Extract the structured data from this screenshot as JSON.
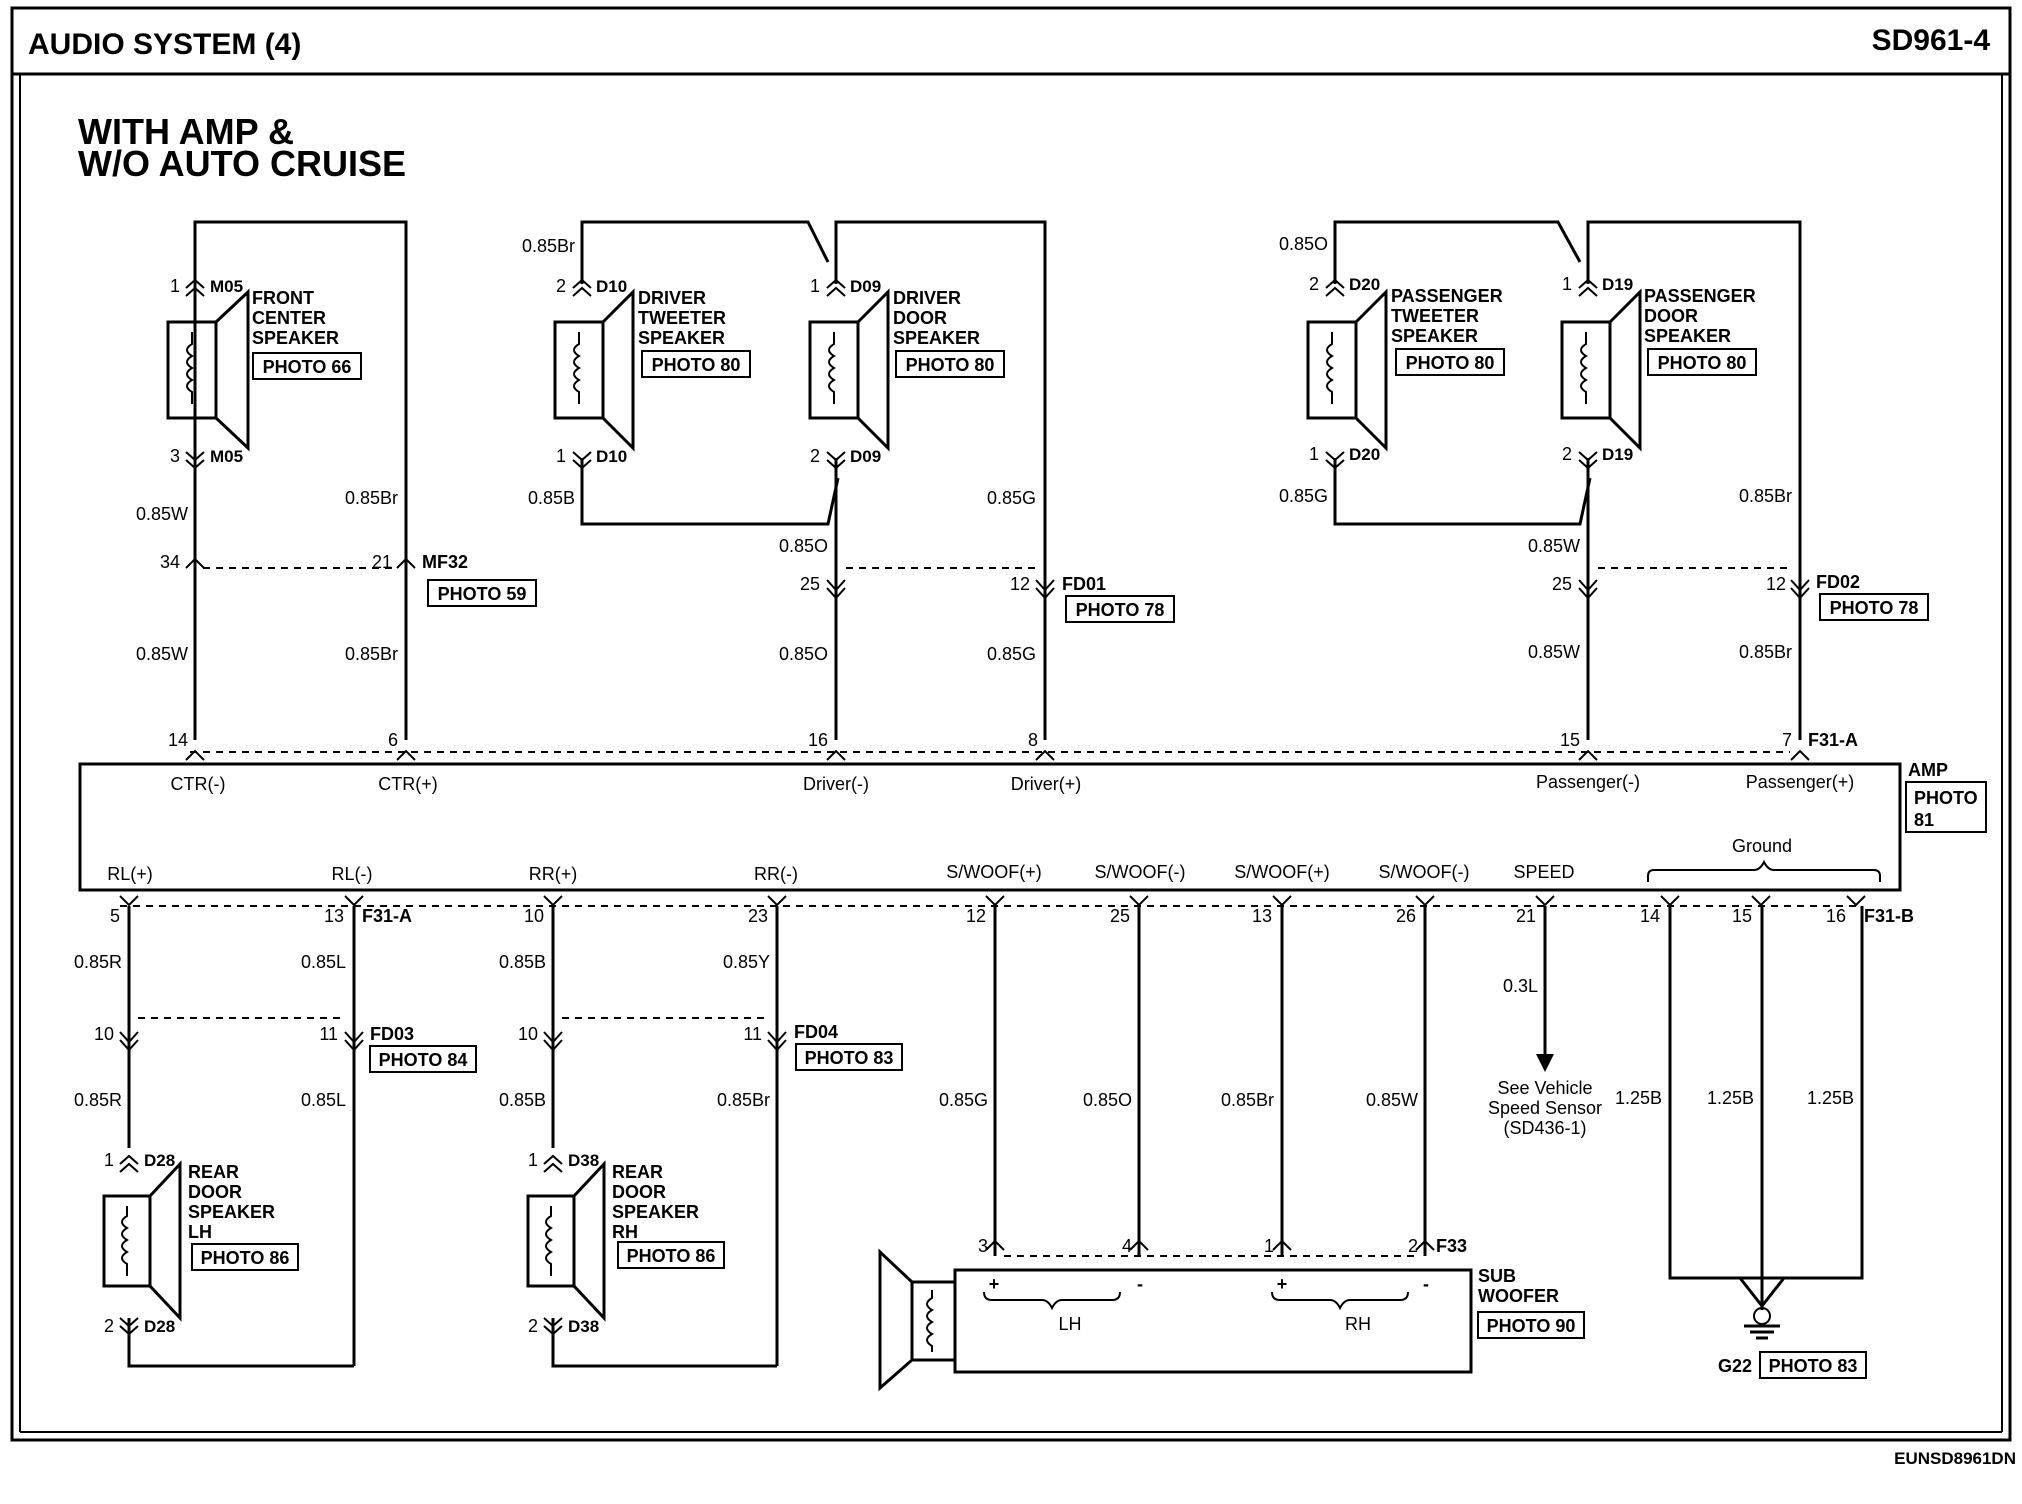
{
  "header": {
    "title": "AUDIO SYSTEM (4)",
    "code": "SD961-4"
  },
  "heading": {
    "line1": "WITH AMP &",
    "line2": "W/O AUTO CRUISE"
  },
  "footer_code": "EUNSD8961DN",
  "amp": {
    "name": "AMP",
    "photo": [
      "PHOTO",
      "81"
    ],
    "top_connector": "F31-A",
    "bottom_connector_a": "F31-A",
    "bottom_connector_b": "F31-B",
    "ground_label": "Ground",
    "top_pins": [
      {
        "pin": "14",
        "name": "CTR(-)"
      },
      {
        "pin": "6",
        "name": "CTR(+)"
      },
      {
        "pin": "16",
        "name": "Driver(-)"
      },
      {
        "pin": "8",
        "name": "Driver(+)"
      },
      {
        "pin": "15",
        "name": "Passenger(-)"
      },
      {
        "pin": "7",
        "name": "Passenger(+)"
      }
    ],
    "bottom_pins": [
      {
        "pin": "5",
        "name": "RL(+)"
      },
      {
        "pin": "13",
        "name": "RL(-)"
      },
      {
        "pin": "10",
        "name": "RR(+)"
      },
      {
        "pin": "23",
        "name": "RR(-)"
      },
      {
        "pin": "12",
        "name": "S/WOOF(+)"
      },
      {
        "pin": "25",
        "name": "S/WOOF(-)"
      },
      {
        "pin": "13",
        "name": "S/WOOF(+)"
      },
      {
        "pin": "26",
        "name": "S/WOOF(-)"
      },
      {
        "pin": "21",
        "name": "SPEED"
      },
      {
        "pin": "14",
        "name": ""
      },
      {
        "pin": "15",
        "name": ""
      },
      {
        "pin": "16",
        "name": ""
      }
    ]
  },
  "front_center": {
    "name": [
      "FRONT",
      "CENTER",
      "SPEAKER"
    ],
    "photo": "PHOTO 66",
    "conn": "M05",
    "pin_top": "1",
    "pin_bottom": "3",
    "wire_left_a": "0.85W",
    "wire_left_b": "0.85W",
    "wire_right_a": "0.85Br",
    "wire_right_b": "0.85Br",
    "joint": "MF32",
    "joint_photo": "PHOTO 59",
    "joint_pin_left": "34",
    "joint_pin_right": "21"
  },
  "driver_tweeter": {
    "name": [
      "DRIVER",
      "TWEETER",
      "SPEAKER"
    ],
    "photo": "PHOTO 80",
    "conn": "D10",
    "pin_top": "2",
    "pin_bottom": "1",
    "wire_top": "0.85Br",
    "wire_bottom": "0.85B"
  },
  "driver_door": {
    "name": [
      "DRIVER",
      "DOOR",
      "SPEAKER"
    ],
    "photo": "PHOTO 80",
    "conn": "D09",
    "pin_top": "1",
    "pin_bottom": "2",
    "wire_left_a": "0.85O",
    "wire_left_b": "0.85O",
    "wire_right_a": "0.85G",
    "wire_right_b": "0.85G",
    "joint": "FD01",
    "joint_photo": "PHOTO 78",
    "joint_pin_left": "25",
    "joint_pin_right": "12"
  },
  "passenger_tweeter": {
    "name": [
      "PASSENGER",
      "TWEETER",
      "SPEAKER"
    ],
    "photo": "PHOTO 80",
    "conn": "D20",
    "pin_top": "2",
    "pin_bottom": "1",
    "wire_top": "0.85O",
    "wire_bottom": "0.85G"
  },
  "passenger_door": {
    "name": [
      "PASSENGER",
      "DOOR",
      "SPEAKER"
    ],
    "photo": "PHOTO 80",
    "conn": "D19",
    "pin_top": "1",
    "pin_bottom": "2",
    "wire_left_a": "0.85W",
    "wire_left_b": "0.85W",
    "wire_right_a": "0.85Br",
    "wire_right_b": "0.85Br",
    "joint": "FD02",
    "joint_photo": "PHOTO 78",
    "joint_pin_left": "25",
    "joint_pin_right": "12"
  },
  "rear_lh": {
    "name": [
      "REAR",
      "DOOR",
      "SPEAKER",
      "LH"
    ],
    "photo": "PHOTO 86",
    "conn": "D28",
    "pin_top": "1",
    "pin_bottom": "2",
    "wire_left_a": "0.85R",
    "wire_left_b": "0.85R",
    "wire_right_a": "0.85L",
    "wire_right_b": "0.85L",
    "joint": "FD03",
    "joint_photo": "PHOTO 84",
    "joint_pin_left": "10",
    "joint_pin_right": "11"
  },
  "rear_rh": {
    "name": [
      "REAR",
      "DOOR",
      "SPEAKER",
      "RH"
    ],
    "photo": "PHOTO 86",
    "conn": "D38",
    "pin_top": "1",
    "pin_bottom": "2",
    "wire_left_a": "0.85B",
    "wire_left_b": "0.85B",
    "wire_right_a": "0.85Y",
    "wire_right_b": "0.85Br",
    "joint": "FD04",
    "joint_photo": "PHOTO 83",
    "joint_pin_left": "10",
    "joint_pin_right": "11"
  },
  "subwoofer": {
    "name": [
      "SUB",
      "WOOFER"
    ],
    "photo": "PHOTO 90",
    "conn": "F33",
    "pins": [
      "3",
      "4",
      "1",
      "2"
    ],
    "wires": [
      "0.85G",
      "0.85O",
      "0.85Br",
      "0.85W"
    ],
    "lh": "LH",
    "rh": "RH",
    "plus": "+",
    "minus": "-"
  },
  "speed": {
    "wire": "0.3L",
    "note": [
      "See Vehicle",
      "Speed Sensor",
      "(SD436-1)"
    ]
  },
  "ground": {
    "wires": [
      "1.25B",
      "1.25B",
      "1.25B"
    ],
    "name": "G22",
    "photo": "PHOTO 83"
  }
}
